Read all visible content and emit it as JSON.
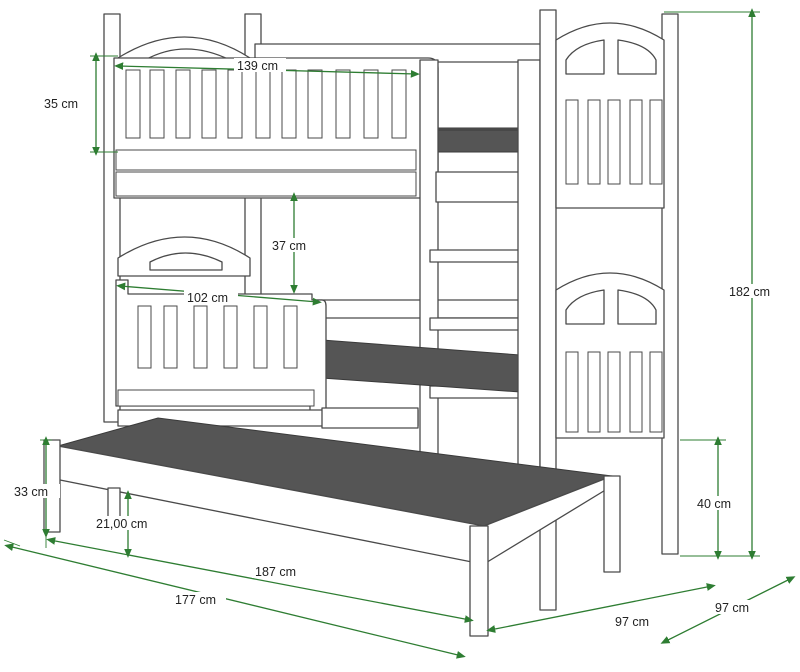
{
  "labels": {
    "top_rail_width": "139 cm",
    "top_rail_height": "35 cm",
    "gap_height": "37 cm",
    "low_rail_width": "102 cm",
    "total_height": "182 cm",
    "trundle_height": "33 cm",
    "trundle_clearance": "21,00 cm",
    "lower_bed_height": "40 cm",
    "trundle_length": "187 cm",
    "overall_length": "177 cm",
    "trundle_depth": "97 cm",
    "bed_depth": "97 cm"
  },
  "colors": {
    "dimension": "#2e7d32",
    "outline": "#4a4a4a",
    "mattress": "#555555"
  }
}
